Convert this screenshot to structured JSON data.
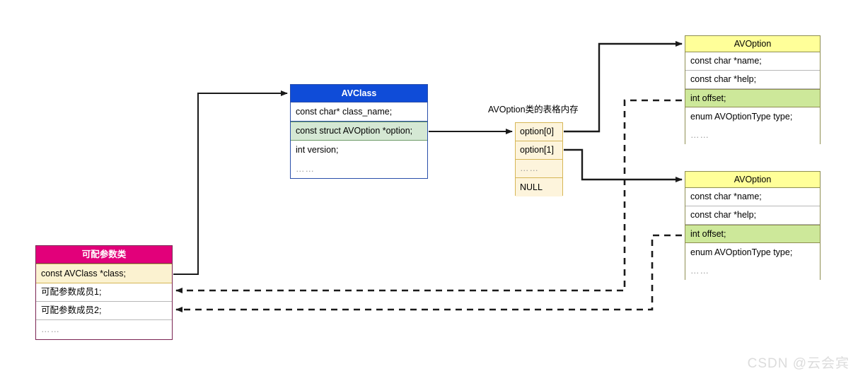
{
  "diagram": {
    "title_label": "AVOption类的表格内存",
    "watermark": "CSDN @云会宾",
    "colors": {
      "avclass_header": "#0f4cd8",
      "avclass_highlight_row": "#d5e8d4",
      "avoption_header": "#ffff99",
      "avoption_highlight_row": "#cde89a",
      "option_table": "#fdf4dc",
      "conf_class_header": "#e2007a",
      "conf_class_highlight_row": "#fbf2d0"
    }
  },
  "avclass": {
    "title": "AVClass",
    "rows": [
      "const char* class_name;",
      "const struct AVOption *option;",
      "int version;",
      "……"
    ]
  },
  "option_table": {
    "rows": [
      "option[0]",
      "option[1]",
      "……",
      "NULL"
    ]
  },
  "avoption_top": {
    "title": "AVOption",
    "rows": [
      "const char *name;",
      "const char *help;",
      "int offset;",
      "enum AVOptionType type;",
      "……"
    ]
  },
  "avoption_bottom": {
    "title": "AVOption",
    "rows": [
      "const char *name;",
      "const char *help;",
      "int offset;",
      "enum AVOptionType type;",
      "……"
    ]
  },
  "conf_class": {
    "title": "可配参数类",
    "rows": [
      "const AVClass *class;",
      "可配参数成员1;",
      "可配参数成员2;",
      "……"
    ]
  }
}
